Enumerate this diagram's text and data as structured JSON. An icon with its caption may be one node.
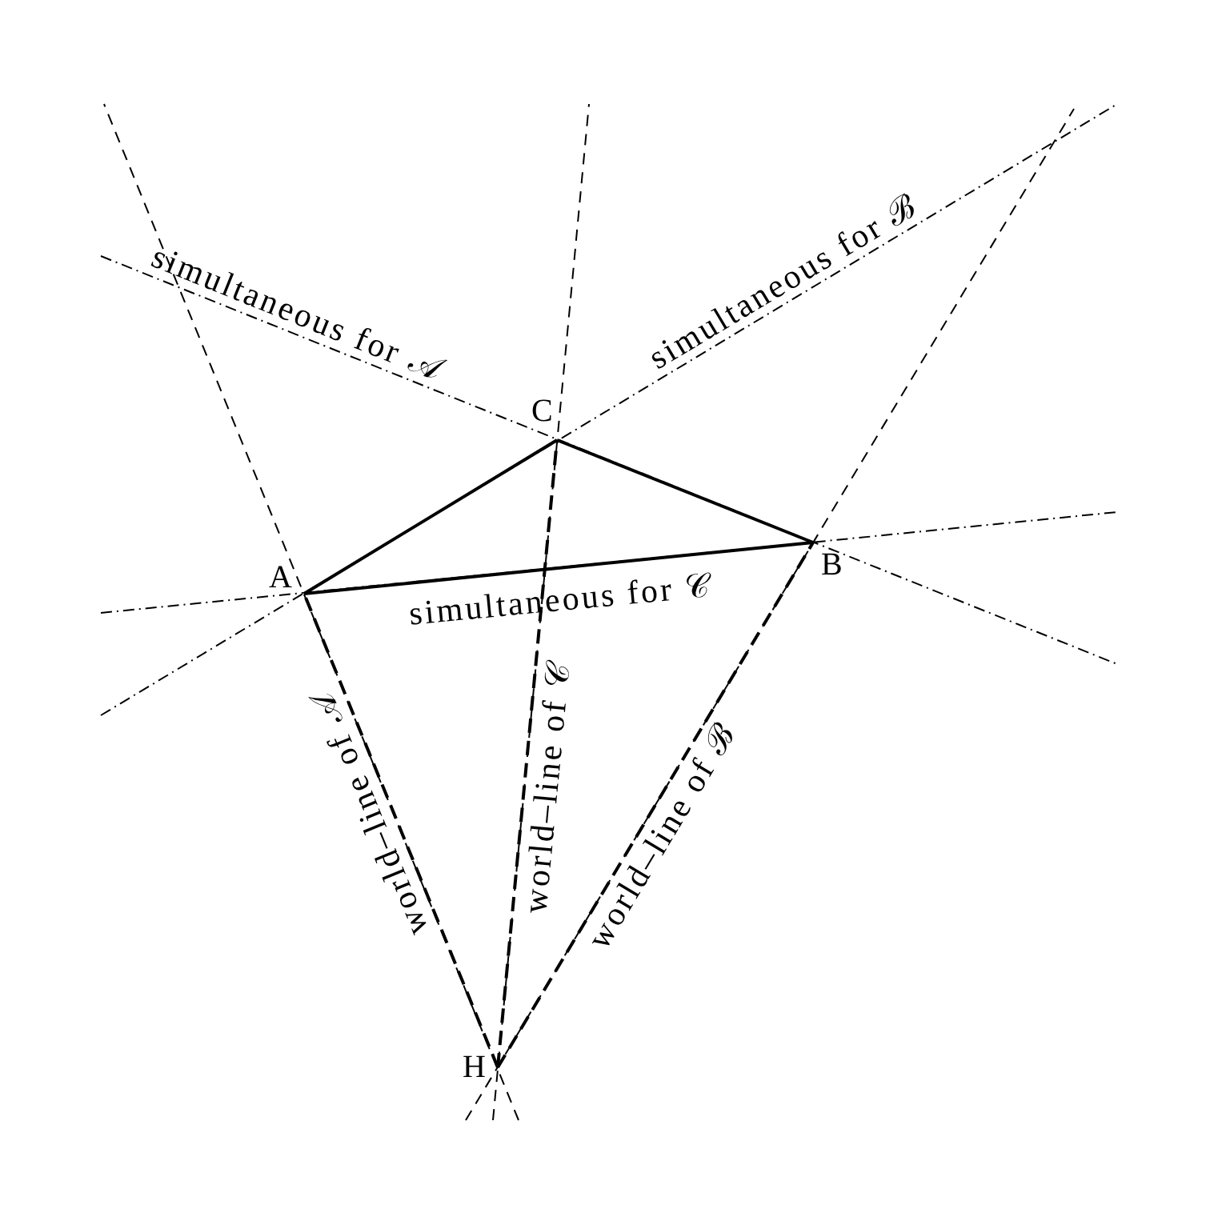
{
  "diagram": {
    "nodes": [
      {
        "text": [
          "C"
        ]
      },
      {
        "text": [
          "A"
        ]
      },
      {
        "text": [
          "B"
        ]
      },
      {
        "text": [
          "H"
        ]
      }
    ],
    "edges": [
      {
        "from": 1,
        "to": 0,
        "arrow": "none"
      },
      {
        "from": 0,
        "to": 2,
        "arrow": "none"
      },
      {
        "from": 1,
        "to": 2,
        "arrow": "none",
        "label": "simultaneous for 𝒞"
      },
      {
        "from": 3,
        "to": 1,
        "arrow": "none",
        "style": "dashed",
        "label": "world–line of 𝒜"
      },
      {
        "from": 3,
        "to": 0,
        "arrow": "none",
        "style": "dashed",
        "label": "world–line of 𝒞"
      },
      {
        "from": 3,
        "to": 2,
        "arrow": "none",
        "style": "dashed",
        "label": "world–line of ℬ"
      }
    ],
    "labels": [
      "simultaneous for 𝒜",
      "simultaneous for ℬ"
    ]
  }
}
